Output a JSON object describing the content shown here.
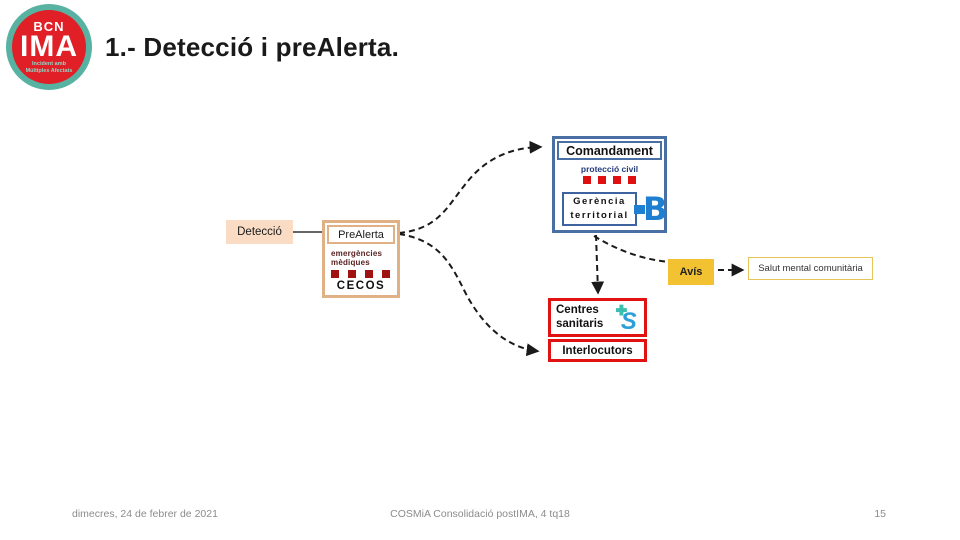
{
  "slide": {
    "title": "1.- Detecció i preAlerta.",
    "logo": {
      "top": "BCN",
      "main": "IMA",
      "sub_line1": "Incident amb",
      "sub_line2": "Múltiples Afectats"
    }
  },
  "diagram": {
    "comandament": "Comandament",
    "proteccio_civil": "protecció civil",
    "gerencia_line1": "Gerència",
    "gerencia_line2": "territorial",
    "b_logo_letter": "B",
    "deteccio": "Detecció",
    "prealerta": "PreAlerta",
    "emergencies_line1": "emergències",
    "emergencies_line2": "mèdiques",
    "cecos": "CECOS",
    "avis": "Avís",
    "salut_mental": "Salut mental comunitària",
    "centres_sanitaris": "Centres sanitaris",
    "salut_icon_letter": "S",
    "interlocutors": "Interlocutors"
  },
  "footer": {
    "date": "dimecres, 24 de febrer de 2021",
    "doc": "COSMiA Consolidació postIMA, 4 tq18",
    "page": "15"
  },
  "colors": {
    "blue_border": "#4a6fa5",
    "red_border": "#e01212",
    "tan_border": "#e0b184",
    "peach_fill": "#f9dcc3",
    "gold_fill": "#f2c232",
    "gold_border": "#e6c65a",
    "logo_teal": "#57b2a2",
    "logo_red": "#e01f26",
    "b_blue": "#1e7fd0",
    "square_red": "#e01010",
    "square_dark_red": "#a01212",
    "navy_text": "#223a7a",
    "maroon_text": "#5a2020",
    "footer_gray": "#8c8c8c"
  }
}
